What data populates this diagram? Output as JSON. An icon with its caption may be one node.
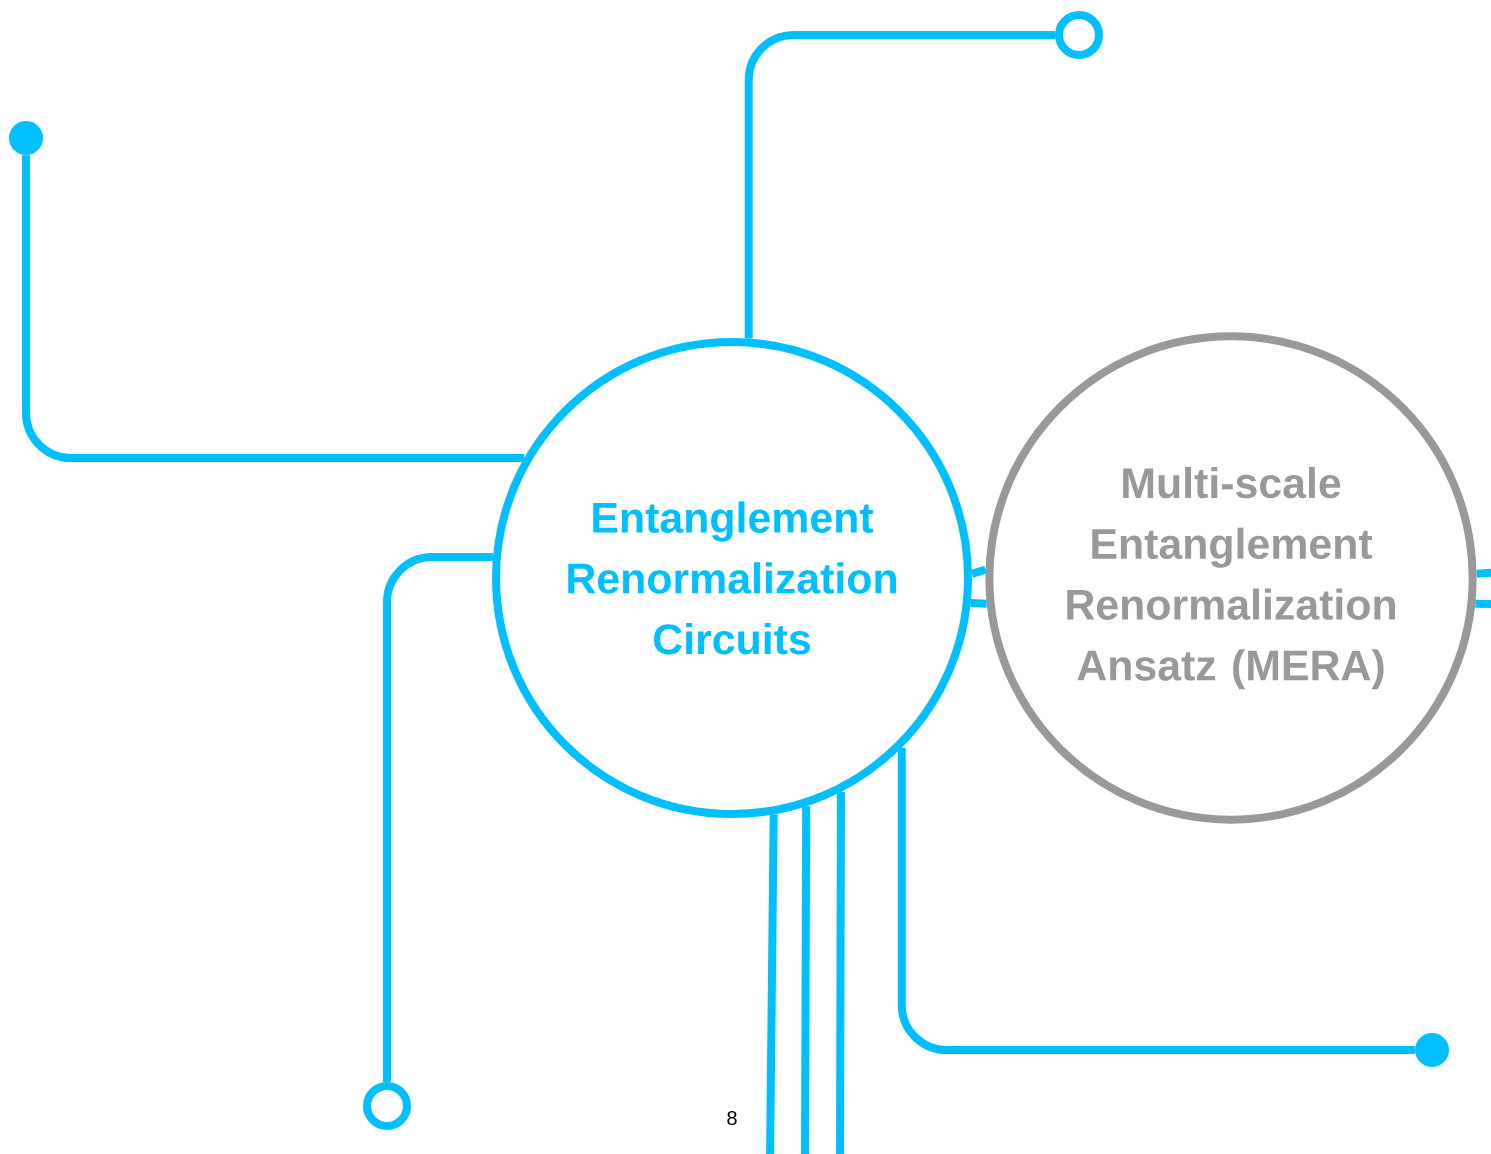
{
  "diagram": {
    "nodes": [
      {
        "text": [
          "Entanglement Renormalization Circuits"
        ]
      },
      {
        "text": [
          "Multi-scale Entanglement Renormalization Ansatz (MERA)"
        ]
      },
      {
        "text": [],
        "shape": "circle"
      },
      {
        "text": [],
        "shape": "circle"
      },
      {
        "text": [],
        "shape": "circle"
      },
      {
        "text": [],
        "shape": "circle"
      }
    ],
    "edges": [
      {
        "from": 2,
        "to": 0,
        "arrow": "none"
      },
      {
        "from": 0,
        "to": 3,
        "arrow": "none"
      },
      {
        "from": 0,
        "to": 4,
        "arrow": "none"
      },
      {
        "from": 0,
        "to": 5,
        "arrow": "none"
      },
      {
        "from": 0,
        "to": 1,
        "arrow": "none"
      },
      {
        "from": 0,
        "to": 1,
        "arrow": "none"
      },
      {
        "from": 1,
        "to": null,
        "arrow": "none"
      },
      {
        "from": 1,
        "to": null,
        "arrow": "none"
      },
      {
        "from": 0,
        "to": null,
        "arrow": "none"
      },
      {
        "from": 0,
        "to": null,
        "arrow": "none"
      },
      {
        "from": 0,
        "to": null,
        "arrow": "none"
      }
    ],
    "labels": [
      "8"
    ]
  }
}
